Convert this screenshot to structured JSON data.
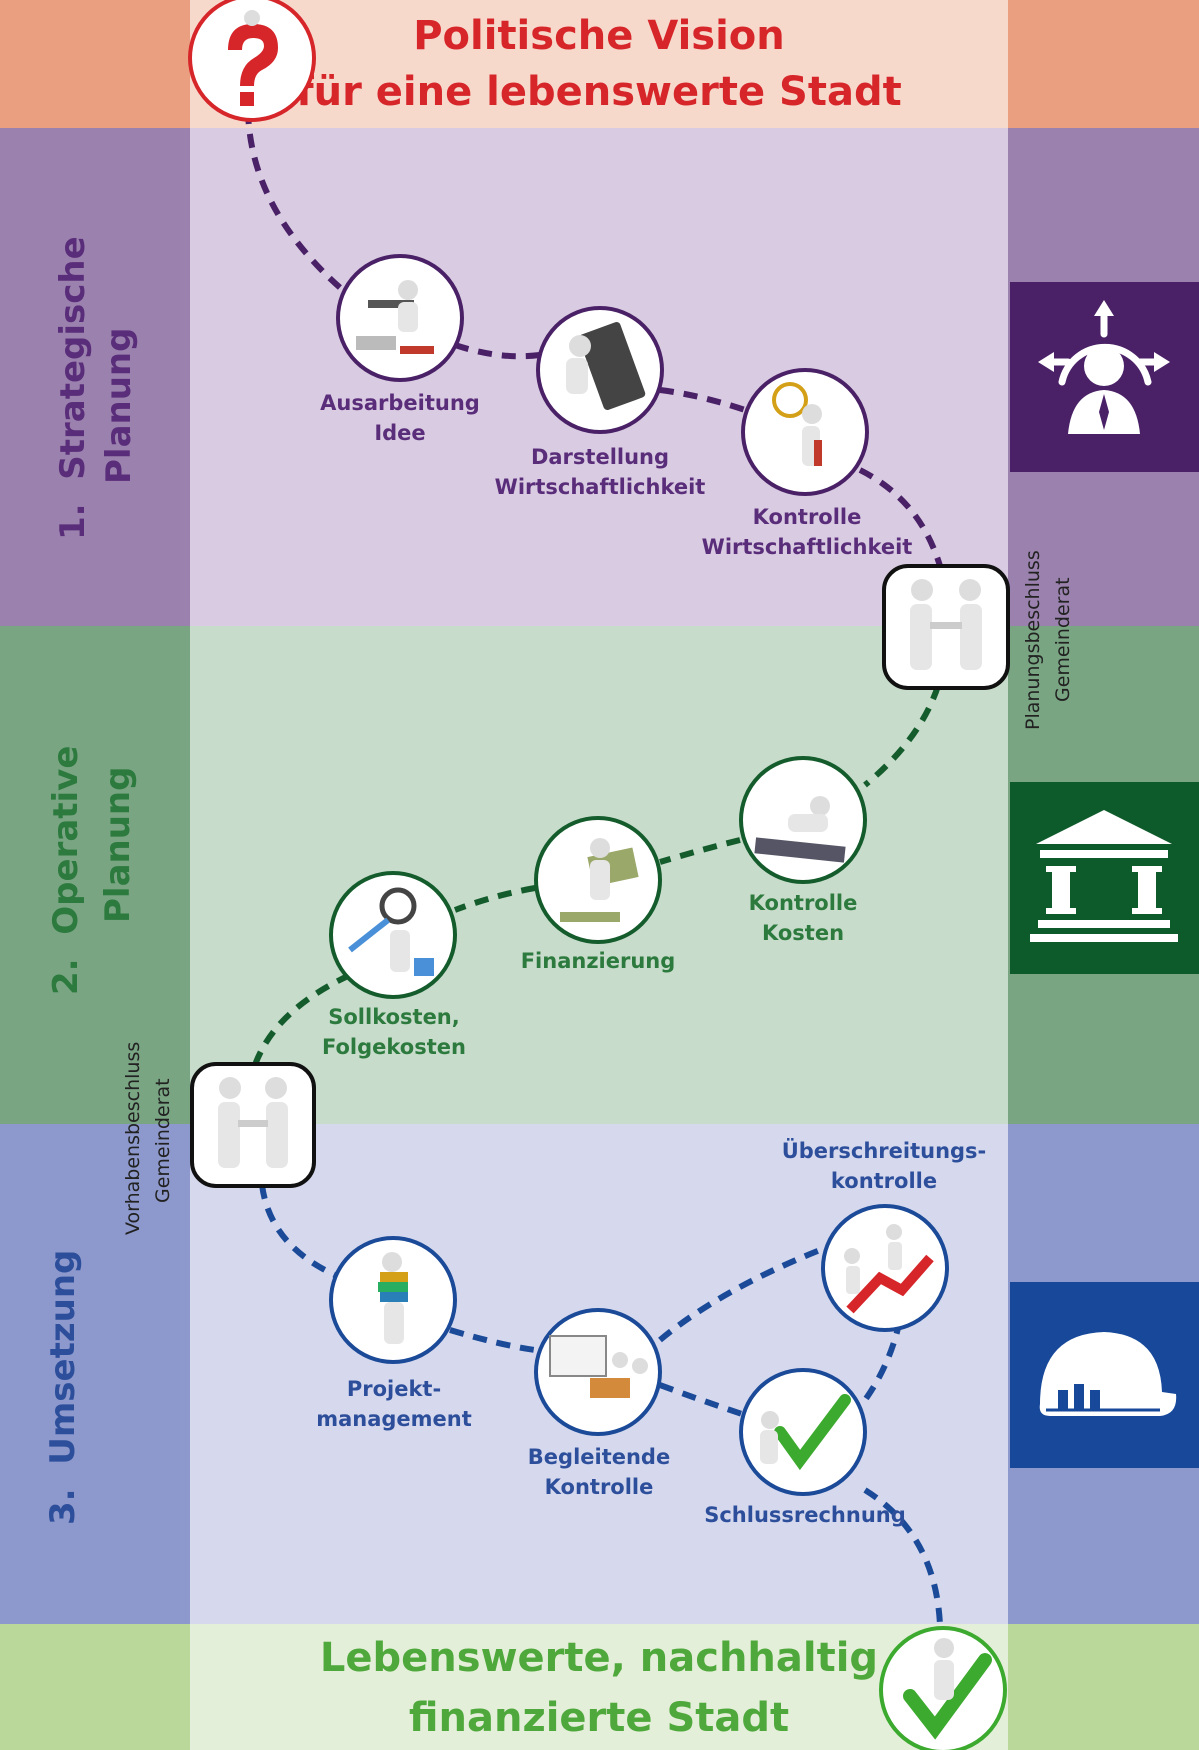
{
  "header": {
    "line1": "Politische Vision",
    "line2": "für eine lebenswerte Stadt"
  },
  "footer": {
    "line1": "Lebenswerte, nachhaltig",
    "line2": "finanzierte Stadt"
  },
  "phases": [
    {
      "number": "1.",
      "line1": "Strategische",
      "line2": "Planung",
      "color": "#6a3e8c",
      "icon": "person-direction-arrows-icon"
    },
    {
      "number": "2.",
      "line1": "Operative",
      "line2": "Planung",
      "color": "#2f7a3e",
      "icon": "government-building-icon"
    },
    {
      "number": "3.",
      "line1": "Umsetzung",
      "line2": "",
      "color": "#2f50a0",
      "icon": "hard-hat-icon"
    }
  ],
  "decisions": {
    "planung": {
      "line1": "Planungsbeschluss",
      "line2": "Gemeinderat"
    },
    "vorhaben": {
      "line1": "Vorhabensbeschluss",
      "line2": "Gemeinderat"
    }
  },
  "nodes": {
    "ausarbeitung": {
      "line1": "Ausarbeitung",
      "line2": "Idee",
      "icon": "person-laptop-icon"
    },
    "darstellung": {
      "line1": "Darstellung",
      "line2": "Wirtschaftlichkeit",
      "icon": "person-calculator-icon"
    },
    "kontrolle_w": {
      "line1": "Kontrolle",
      "line2": "Wirtschaftlichkeit",
      "icon": "person-magnifier-icon"
    },
    "sollkosten": {
      "line1": "Sollkosten,",
      "line2": "Folgekosten",
      "icon": "person-magnifier-glass-icon"
    },
    "finanzierung": {
      "line1": "Finanzierung",
      "line2": "",
      "icon": "person-money-icon"
    },
    "kontrolle_k": {
      "line1": "Kontrolle",
      "line2": "Kosten",
      "icon": "person-keyboard-icon"
    },
    "projekt": {
      "line1": "Projekt-",
      "line2": "management",
      "icon": "person-books-icon"
    },
    "begleitende": {
      "line1": "Begleitende",
      "line2": "Kontrolle",
      "icon": "meeting-board-icon"
    },
    "ueberschreitung": {
      "line1": "Überschreitungs-",
      "line2": "kontrolle",
      "icon": "people-arrow-icon"
    },
    "schluss": {
      "line1": "Schlussrechnung",
      "line2": "",
      "icon": "person-checkmark-icon"
    }
  },
  "colors": {
    "header_bg": "#f7d9cc",
    "header_side": "#eaa080",
    "header_text": "#d6262a",
    "p1_bg": "#d9cce2",
    "p1_side": "#9b82ae",
    "p1_dark": "#4a2167",
    "p1_text": "#5a2d7a",
    "p2_bg": "#c7dccb",
    "p2_side": "#79a583",
    "p2_dark": "#0d5a2a",
    "p2_text": "#2c7a3d",
    "p3_bg": "#d6d9ee",
    "p3_side": "#8d98cc",
    "p3_dark": "#17489a",
    "p3_text": "#2d4f9b",
    "footer_bg": "#e3efd8",
    "footer_side": "#b9d89a",
    "footer_text": "#4fa83b"
  }
}
